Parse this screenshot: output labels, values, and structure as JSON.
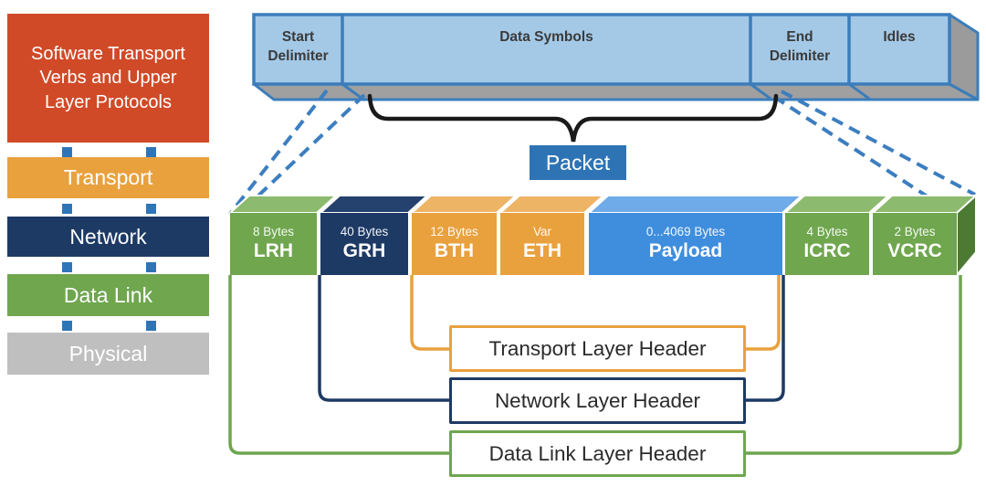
{
  "left_stack": {
    "layers": [
      {
        "label": "Software Transport Verbs and Upper Layer Protocols",
        "color": "#d04a28"
      },
      {
        "label": "Transport",
        "color": "#e9a13e"
      },
      {
        "label": "Network",
        "color": "#1d3a64"
      },
      {
        "label": "Data Link",
        "color": "#6fa64e"
      },
      {
        "label": "Physical",
        "color": "#bfbfbf"
      }
    ],
    "connector_square_color": "#2e75b8"
  },
  "top_bar": {
    "segments": [
      {
        "label": "Start Delimiter"
      },
      {
        "label": "Data Symbols"
      },
      {
        "label": "End Delimiter"
      },
      {
        "label": "Idles"
      }
    ],
    "fill": "#a4c9e7",
    "border": "#3b7dbb",
    "side_gray": "#9e9e9e"
  },
  "packet": {
    "label": "Packet",
    "color": "#2e74b5"
  },
  "fields": [
    {
      "size": "8 Bytes",
      "name": "LRH",
      "color": "#6fa64e"
    },
    {
      "size": "40 Bytes",
      "name": "GRH",
      "color": "#1d3a64"
    },
    {
      "size": "12 Bytes",
      "name": "BTH",
      "color": "#e9a13e"
    },
    {
      "size": "Var",
      "name": "ETH",
      "color": "#e9a13e"
    },
    {
      "size": "0...4069 Bytes",
      "name": "Payload",
      "color": "#3f8ede"
    },
    {
      "size": "4 Bytes",
      "name": "ICRC",
      "color": "#6fa64e"
    },
    {
      "size": "2 Bytes",
      "name": "VCRC",
      "color": "#6fa64e"
    }
  ],
  "headers": [
    {
      "label": "Transport Layer Header",
      "color": "#e9a13e"
    },
    {
      "label": "Network Layer Header",
      "color": "#1d3a64"
    },
    {
      "label": "Data Link Layer Header",
      "color": "#6fa64e"
    }
  ],
  "misc_colors": {
    "dashed_zoom_lines": "#3c7ec0",
    "brace": "#1a1a1a",
    "bar_text": "#3a3a3a",
    "header_text": "#2b2b2b"
  }
}
